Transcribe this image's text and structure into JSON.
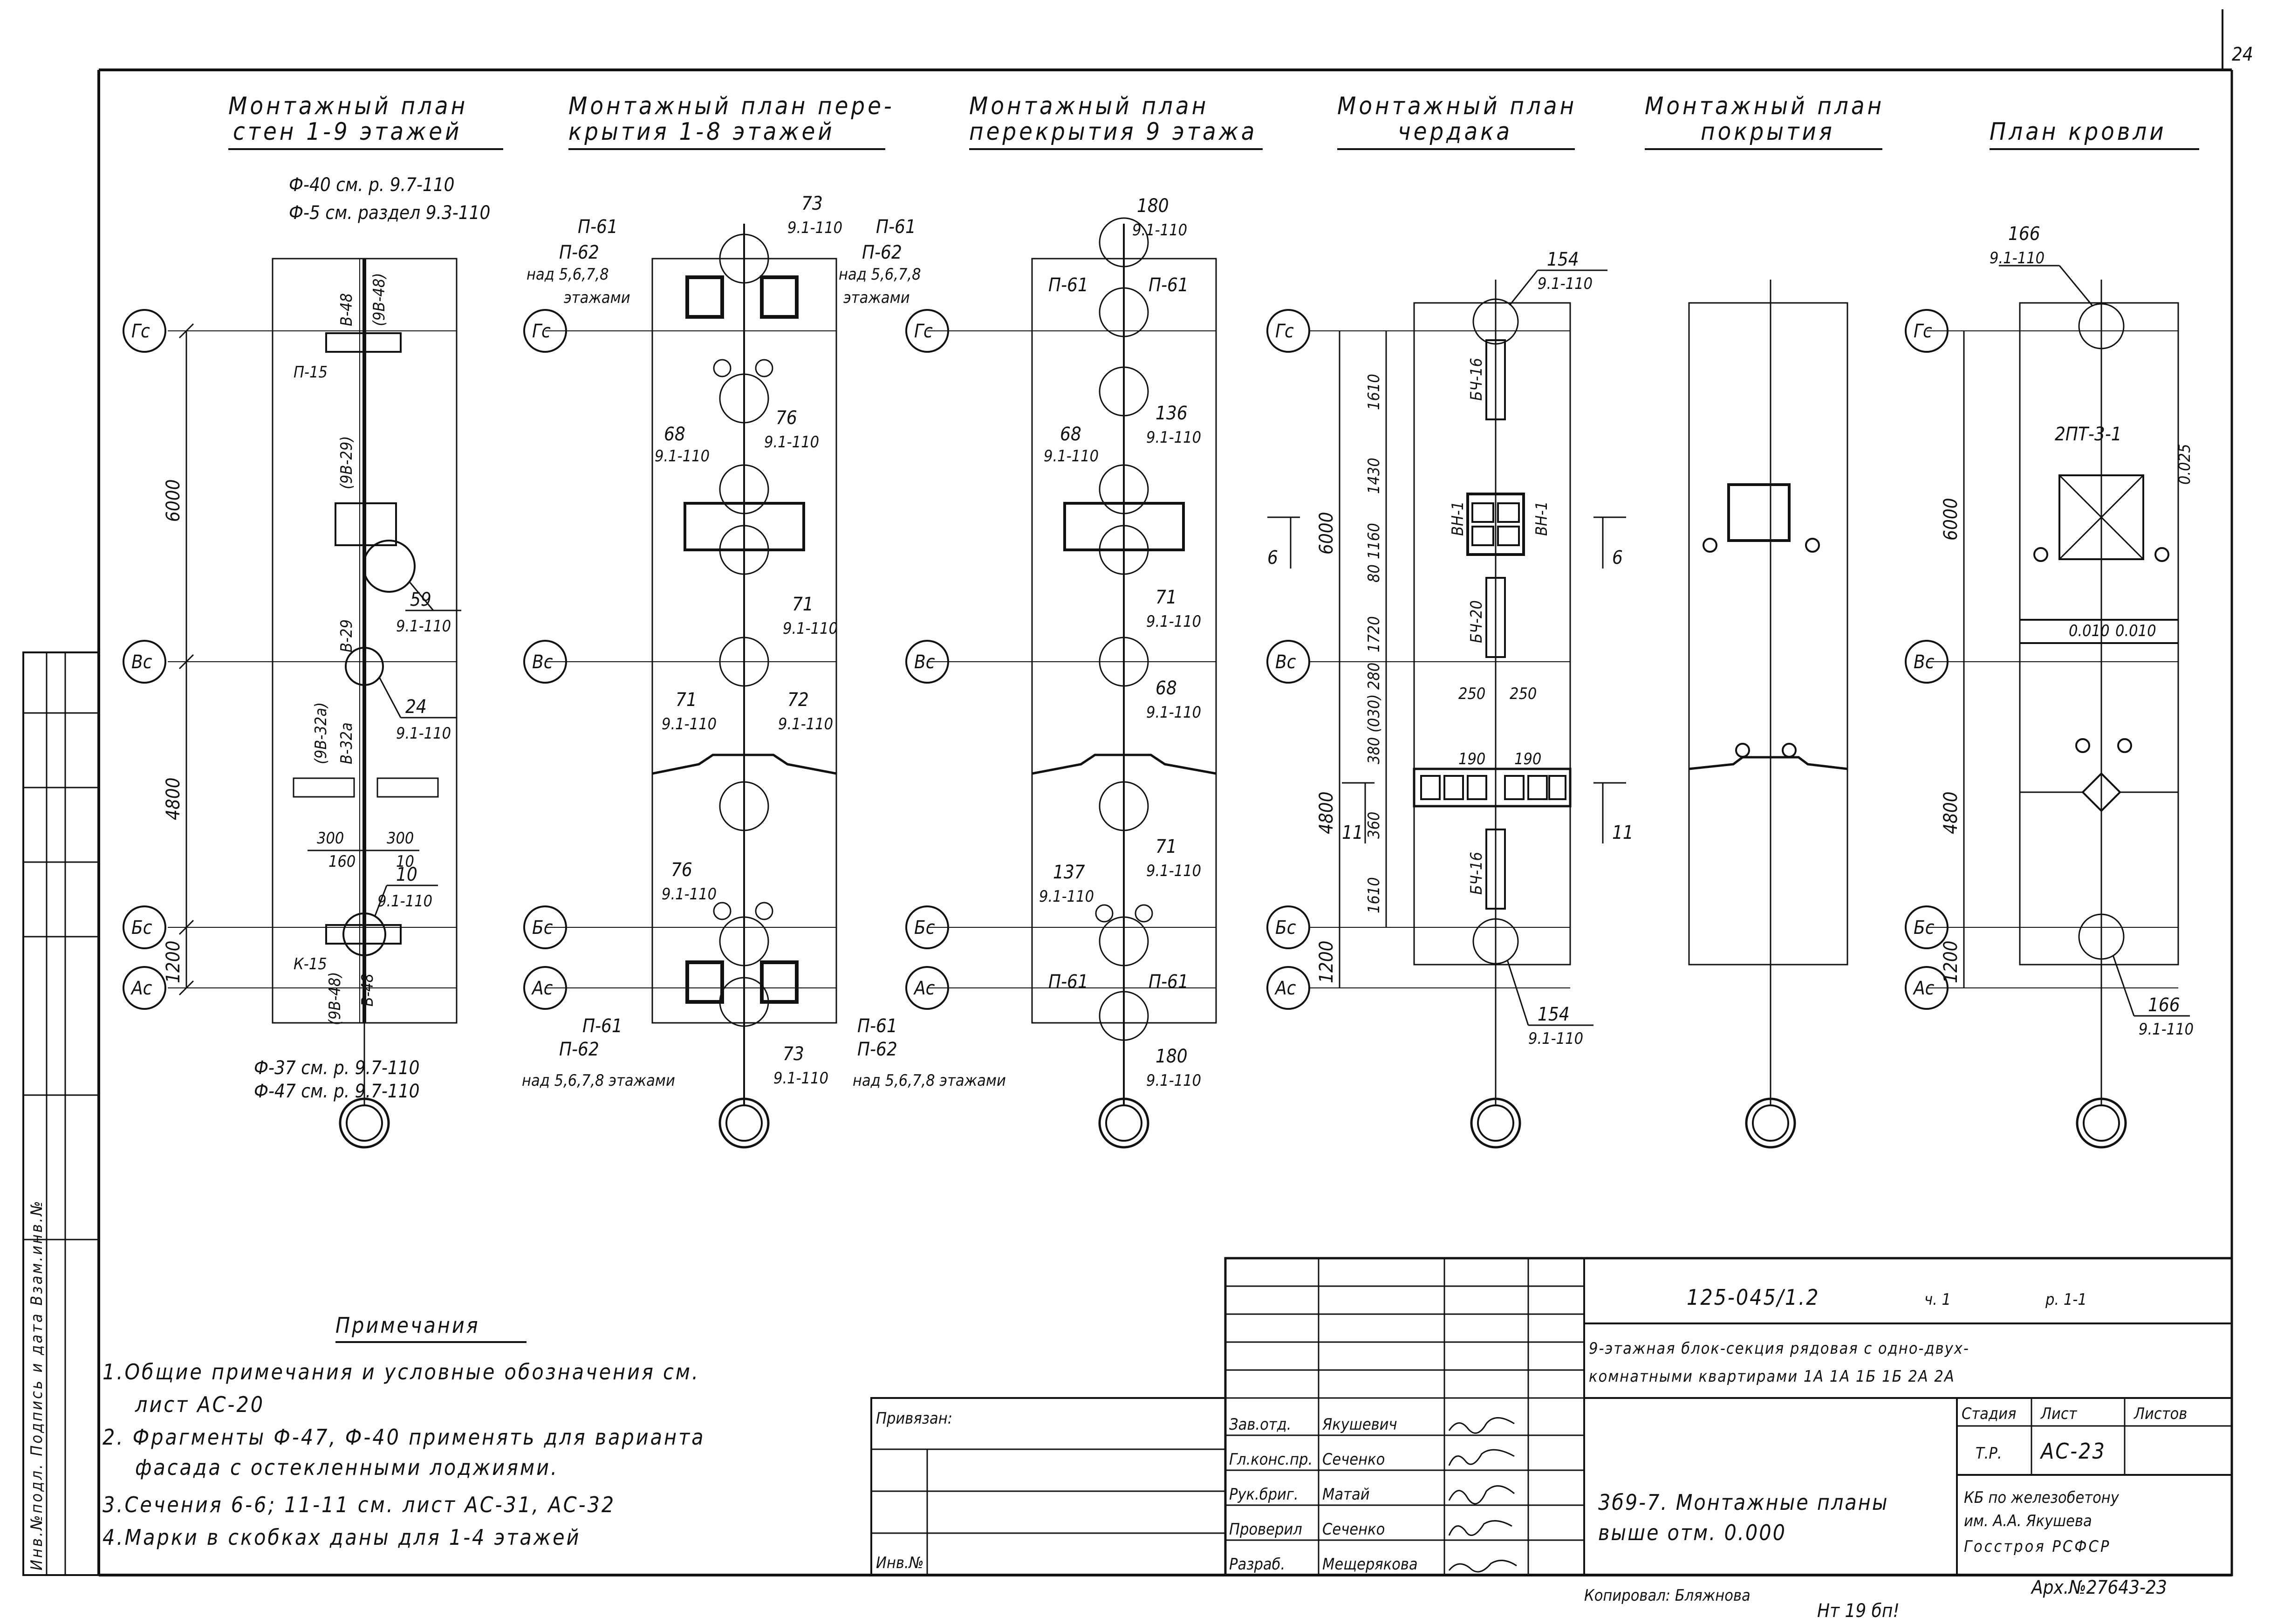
{
  "sheet_number": "24",
  "plans": [
    {
      "title_1": "Монтажный план",
      "title_2": "стен 1-9 этажей"
    },
    {
      "title_1": "Монтажный план пере-",
      "title_2": "крытия 1-8 этажей"
    },
    {
      "title_1": "Монтажный план",
      "title_2": "перекрытия 9 этажа"
    },
    {
      "title_1": "Монтажный план",
      "title_2": "чердака"
    },
    {
      "title_1": "Монтажный план",
      "title_2": "покрытия"
    },
    {
      "title_1": "",
      "title_2": "План кровли"
    }
  ],
  "axes": [
    "Гс",
    "Вс",
    "Бс",
    "Ас"
  ],
  "dims": {
    "d6000": "6000",
    "d4800": "4800",
    "d1200": "1200",
    "d1610": "1610",
    "d1430": "1430",
    "d1160": "1160",
    "d80": "80",
    "d1720": "1720",
    "d280": "280",
    "d380": "380 (030)",
    "d360": "360",
    "d1610b": "1610",
    "d250a": "250",
    "d250b": "250",
    "d190a": "190",
    "d190b": "190",
    "d300a": "300",
    "d300b": "300",
    "d160": "160",
    "d10": "10"
  },
  "wall_plan": {
    "ref_top_1": "Ф-40 см. р. 9.7-110",
    "ref_top_2": "Ф-5 см. раздел 9.3-110",
    "ref_bot_1": "Ф-37 см. р. 9.7-110",
    "ref_bot_2": "Ф-47 см. р. 9.7-110",
    "marks": [
      "В-48",
      "(9В-48)",
      "П-15",
      "(9В-29)",
      "В-29",
      "(9В-32а)",
      "В-32а",
      "К-15",
      "(9В-48)",
      "В-48"
    ],
    "callouts": [
      {
        "num": "59",
        "ref": "9.1-110"
      },
      {
        "num": "24",
        "ref": "9.1-110"
      },
      {
        "num": "10",
        "ref": "9.1-110"
      }
    ]
  },
  "slab_plan_1_8": {
    "labels": [
      "П-61",
      "П-62",
      "над 5,6,7,8",
      "этажами",
      "П-61",
      "П-62",
      "над 5,6,7,8",
      "этажами",
      "П-61",
      "П-62",
      "над 5,6,7,8 этажами",
      "П-61",
      "П-62",
      "над 5,6,7,8 этажами"
    ],
    "callouts": [
      {
        "num": "73",
        "ref": "9.1-110"
      },
      {
        "num": "76",
        "ref": "9.1-110"
      },
      {
        "num": "68",
        "ref": "9.1-110"
      },
      {
        "num": "71",
        "ref": "9.1-110"
      },
      {
        "num": "71",
        "ref": "9.1-110"
      },
      {
        "num": "72",
        "ref": "9.1-110"
      },
      {
        "num": "76",
        "ref": "9.1-110"
      },
      {
        "num": "73",
        "ref": "9.1-110"
      }
    ]
  },
  "slab_plan_9": {
    "labels": [
      "П-61",
      "П-61",
      "П-61",
      "П-61"
    ],
    "callouts": [
      {
        "num": "180",
        "ref": "9.1-110"
      },
      {
        "num": "136",
        "ref": "9.1-110"
      },
      {
        "num": "68",
        "ref": "9.1-110"
      },
      {
        "num": "71",
        "ref": "9.1-110"
      },
      {
        "num": "68",
        "ref": "9.1-110"
      },
      {
        "num": "137",
        "ref": "9.1-110"
      },
      {
        "num": "71",
        "ref": "9.1-110"
      },
      {
        "num": "180",
        "ref": "9.1-110"
      }
    ]
  },
  "attic_plan": {
    "labels": [
      "БЧ-16",
      "ВН-1",
      "ВН-1",
      "БЧ-20",
      "БЧ-16"
    ],
    "callouts": [
      {
        "num": "154",
        "ref": "9.1-110"
      },
      {
        "num": "154",
        "ref": "9.1-110"
      }
    ],
    "sections": [
      "6",
      "6",
      "11",
      "11"
    ]
  },
  "roof_plan": {
    "labels": [
      "2ПТ-3-1",
      "0.025",
      "0.010",
      "0.010"
    ],
    "callouts": [
      {
        "num": "166",
        "ref": "9.1-110"
      },
      {
        "num": "166",
        "ref": "9.1-110"
      }
    ]
  },
  "notes": {
    "heading": "Примечания",
    "items": [
      "1.Общие примечания и условные обозначения см.",
      "лист АС-20",
      "2. Фрагменты Ф-47, Ф-40 применять для варианта",
      "фасада с остекленными лоджиями.",
      "3.Сечения 6-6; 11-11 см. лист АС-31, АС-32",
      "4.Марки в скобках даны для 1-4 этажей"
    ]
  },
  "left_stamp": "Инв.№подл. Подпись и дата Взам.инв.№",
  "privyazan": "Привязан:",
  "inv_no": "Инв.№",
  "title_block": {
    "code": "125-045/1.2",
    "part": "ч. 1",
    "razdel": "р. 1-1",
    "project_name_1": "9-этажная блок-секция рядовая с одно-двух-",
    "project_name_2": "комнатными квартирами 1А 1А 1Б 1Б 2А 2А",
    "stage_header": "Стадия",
    "sheet_header": "Лист",
    "sheets_header": "Листов",
    "stage": "Т.Р.",
    "sheet": "АС-23",
    "sheets": "",
    "drawing_title_1": "3б9-7. Монтажные планы",
    "drawing_title_2": "выше отм. 0.000",
    "org_1": "КБ по железобетону",
    "org_2": "им. А.А. Якушева",
    "org_3": "Госстроя РСФСР",
    "signers": [
      {
        "role": "Зав.отд.",
        "name": "Якушевич"
      },
      {
        "role": "Гл.конс.пр.",
        "name": "Сеченко"
      },
      {
        "role": "Рук.бриг.",
        "name": "Матай"
      },
      {
        "role": "Проверил",
        "name": "Сеченко"
      },
      {
        "role": "Разраб.",
        "name": "Мещерякова"
      }
    ],
    "copied": "Копировал: Бляжнова",
    "archive": "Арх.№27643-23",
    "handwritten": "Нт 19 бп!"
  }
}
